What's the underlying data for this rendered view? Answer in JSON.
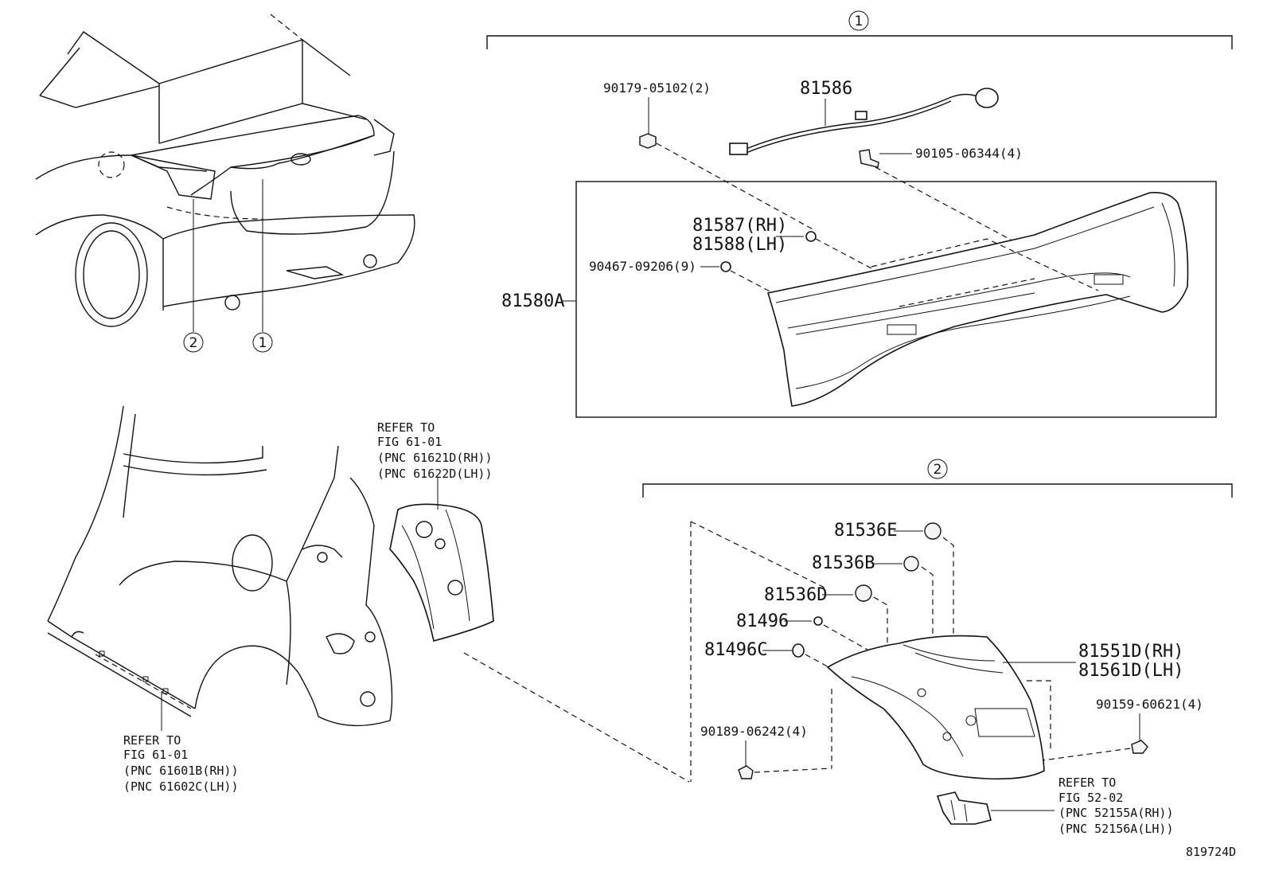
{
  "diagram_id": "819724D",
  "callouts": {
    "c1": "1",
    "c2": "2"
  },
  "group1": {
    "nut": "90179-05102(2)",
    "wire": "81586",
    "screw": "90105-06344(4)",
    "lens_rh": "81587(RH)",
    "lens_lh": "81588(LH)",
    "clip": "90467-09206(9)",
    "lamp_assy": "81580A"
  },
  "group2": {
    "p81536e": "81536E",
    "p81536b": "81536B",
    "p81536d": "81536D",
    "p81496": "81496",
    "p81496c": "81496C",
    "lamp_rh": "81551D(RH)",
    "lamp_lh": "81561D(LH)",
    "bolt_right": "90159-60621(4)",
    "bolt_left": "90189-06242(4)",
    "ref_line1": "REFER TO",
    "ref_line2": "FIG 52-02",
    "ref_line3": "(PNC 52155A(RH))",
    "ref_line4": "(PNC 52156A(LH))"
  },
  "ref_inner": {
    "line1": "REFER TO",
    "line2": "FIG 61-01",
    "line3": "(PNC 61621D(RH))",
    "line4": "(PNC 61622D(LH))"
  },
  "ref_quarter": {
    "line1": "REFER TO",
    "line2": "FIG 61-01",
    "line3": "(PNC 61601B(RH))",
    "line4": "(PNC 61602C(LH))"
  }
}
